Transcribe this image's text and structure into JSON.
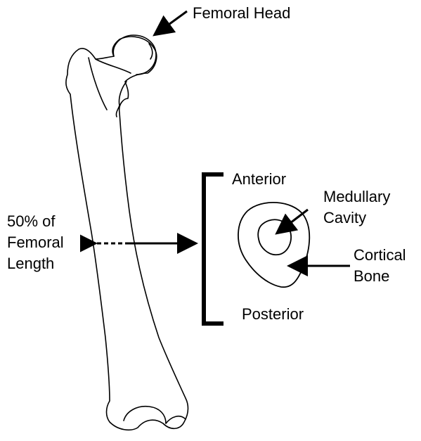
{
  "labels": {
    "femoral_head": "Femoral Head",
    "length_line1": "50% of",
    "length_line2": "Femoral",
    "length_line3": "Length",
    "anterior": "Anterior",
    "posterior": "Posterior",
    "medullary_line1": "Medullary",
    "medullary_line2": "Cavity",
    "cortical_line1": "Cortical",
    "cortical_line2": "Bone"
  }
}
